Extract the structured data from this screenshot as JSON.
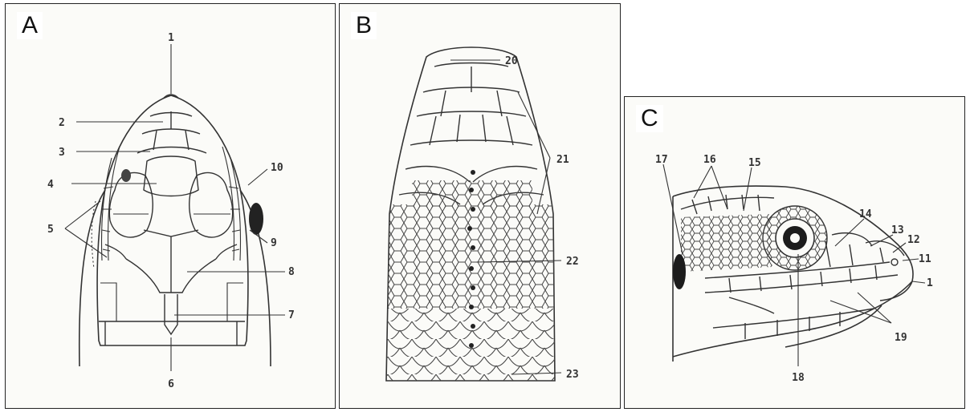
{
  "panels": {
    "a": {
      "letter": "A",
      "labels": [
        "1",
        "2",
        "3",
        "4",
        "5",
        "10",
        "9",
        "8",
        "7",
        "6"
      ]
    },
    "b": {
      "letter": "B",
      "labels": [
        "20",
        "21",
        "22",
        "23"
      ]
    },
    "c": {
      "letter": "C",
      "labels": [
        "17",
        "16",
        "15",
        "14",
        "13",
        "12",
        "11",
        "1",
        "18",
        "19"
      ]
    }
  },
  "colors": {
    "ink": "#333333",
    "paper": "#fbfbf8",
    "border": "#222222"
  }
}
